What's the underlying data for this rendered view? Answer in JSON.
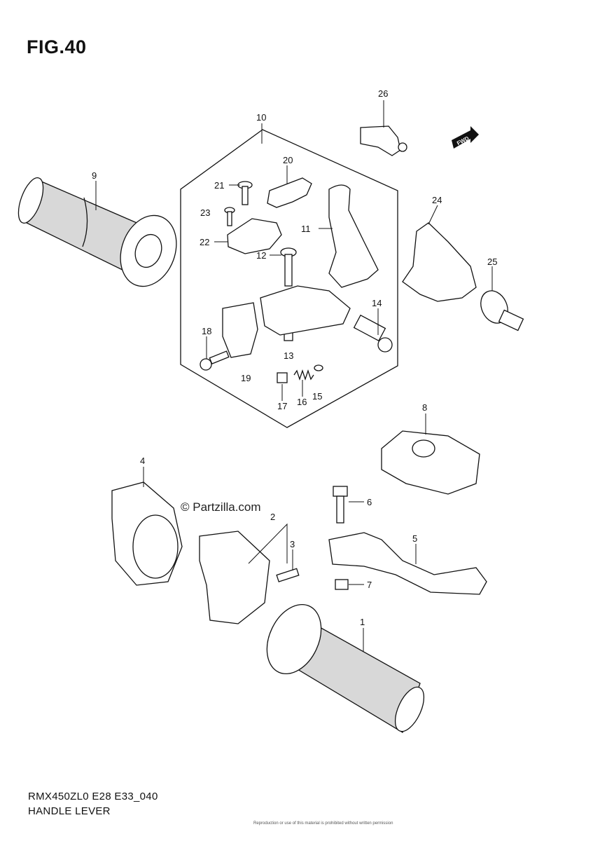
{
  "figure": {
    "title": "FIG.40",
    "model_code": "RMX450ZL0 E28 E33_040",
    "section_name": "HANDLE LEVER",
    "watermark": "© Partzilla.com",
    "copyright_line": "Reproduction or use of this material is prohibited without written permission",
    "fwd_label": "FWD"
  },
  "callouts": [
    "1",
    "2",
    "3",
    "4",
    "5",
    "6",
    "7",
    "8",
    "9",
    "10",
    "11",
    "12",
    "13",
    "14",
    "15",
    "16",
    "17",
    "18",
    "19",
    "20",
    "21",
    "22",
    "23",
    "24",
    "25",
    "26"
  ]
}
